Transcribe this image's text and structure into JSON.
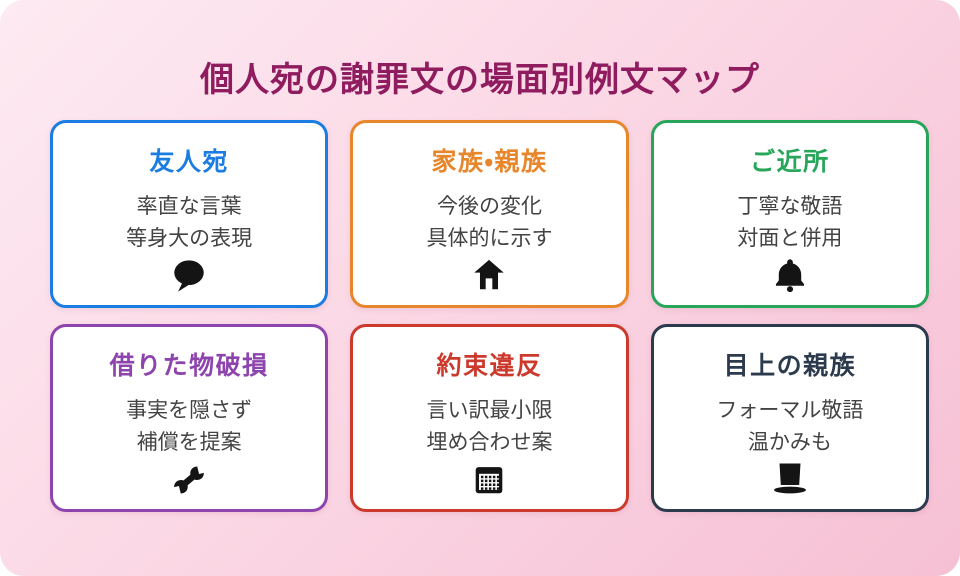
{
  "page": {
    "title": "個人宛の謝罪文の場面別例文マップ",
    "title_color": "#8e1c5e",
    "background_colors": [
      "#fdeaf2",
      "#f6c0d4"
    ]
  },
  "cards": [
    {
      "label": "友人宛",
      "lines": [
        "率直な言葉",
        "等身大の表現"
      ],
      "icon": "speech-bubble-icon",
      "color": "#1b7ce2"
    },
    {
      "label": "家族・親族",
      "lines": [
        "今後の変化",
        "具体的に示す"
      ],
      "icon": "house-icon",
      "color": "#e8862b"
    },
    {
      "label": "ご近所",
      "lines": [
        "丁寧な敬語",
        "対面と併用"
      ],
      "icon": "bell-icon",
      "color": "#27a65a"
    },
    {
      "label": "借りた物破損",
      "lines": [
        "事実を隠さず",
        "補償を提案"
      ],
      "icon": "wrench-icon",
      "color": "#8e44ad"
    },
    {
      "label": "約束違反",
      "lines": [
        "言い訳最小限",
        "埋め合わせ案"
      ],
      "icon": "calendar-icon",
      "color": "#cc3a2d"
    },
    {
      "label": "目上の親族",
      "lines": [
        "フォーマル敬語",
        "温かみも"
      ],
      "icon": "top-hat-icon",
      "color": "#2c3a4d"
    }
  ]
}
